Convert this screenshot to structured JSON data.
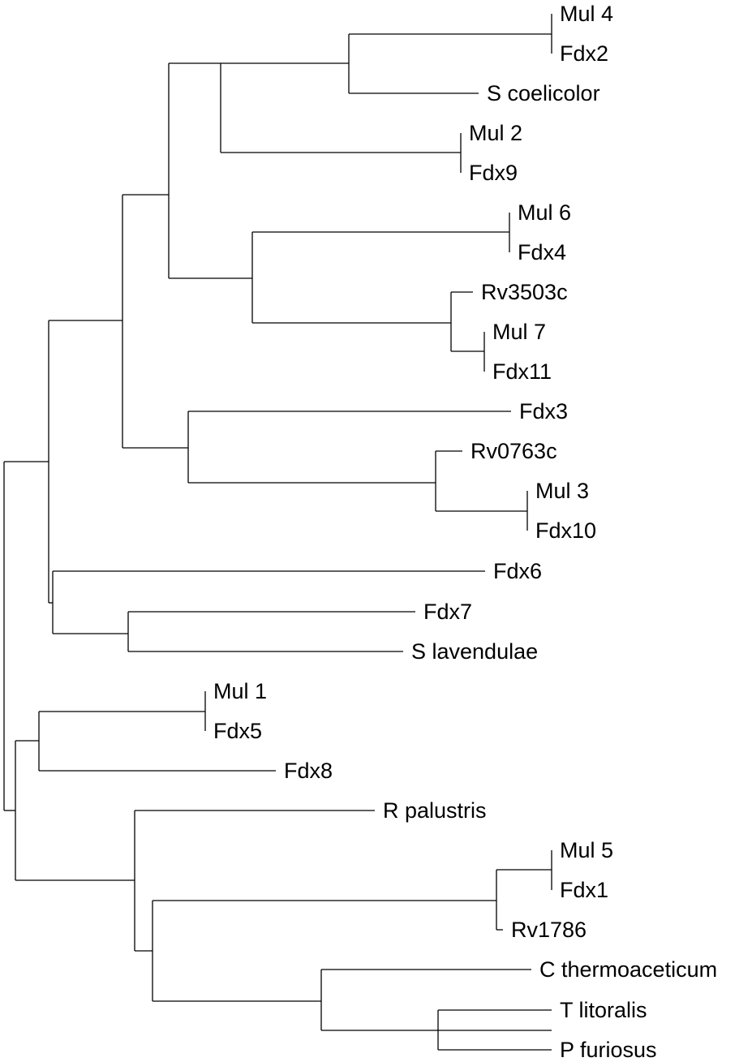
{
  "tree": {
    "line_color": "#000000",
    "leaves": [
      "Mul 4",
      "Fdx2",
      "S coelicolor",
      "Mul 2",
      "Fdx9",
      "Mul 6",
      "Fdx4",
      "Rv3503c",
      "Mul 7",
      "Fdx11",
      "Fdx3",
      "Rv0763c",
      "Mul 3",
      "Fdx10",
      "Fdx6",
      "Fdx7",
      "S lavendulae",
      "Mul 1",
      "Fdx5",
      "Fdx8",
      "R palustris",
      "Mul 5",
      "Fdx1",
      "Rv1786",
      "C thermoaceticum",
      "T litoralis",
      "P furiosus"
    ]
  }
}
